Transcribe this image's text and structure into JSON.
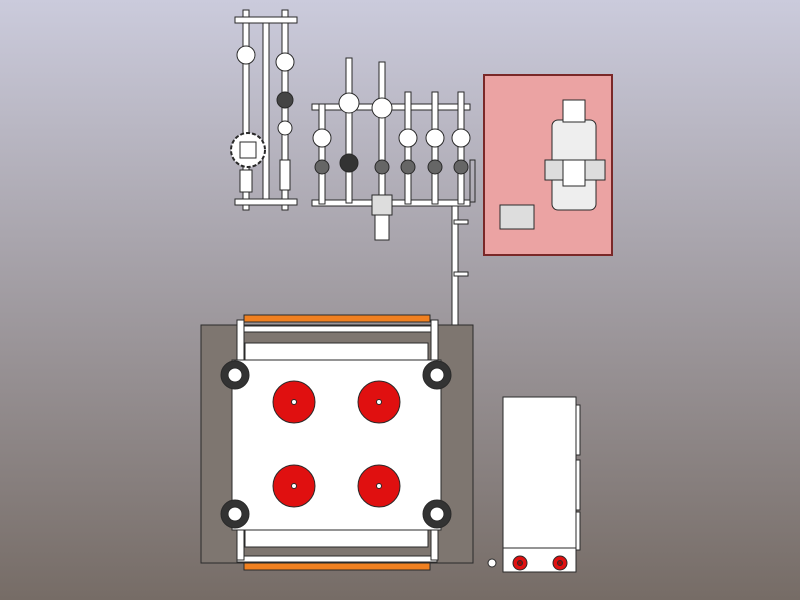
{
  "view": {
    "background_top": "#cbcbdc",
    "background_bottom": "#766c66"
  },
  "colors": {
    "line": "#2a2a2a",
    "part": "#ffffff",
    "panel_fill": "#eba3a3",
    "panel_border": "#7a2828",
    "disc": "#e01010",
    "bar": "#f08020",
    "frame_fill": "#7e7670"
  },
  "components": {
    "manifold_valves": 6,
    "left_rack_columns": 2,
    "platform_discs": 4,
    "platform_wheels": 4,
    "cabinet_buttons": 2
  }
}
